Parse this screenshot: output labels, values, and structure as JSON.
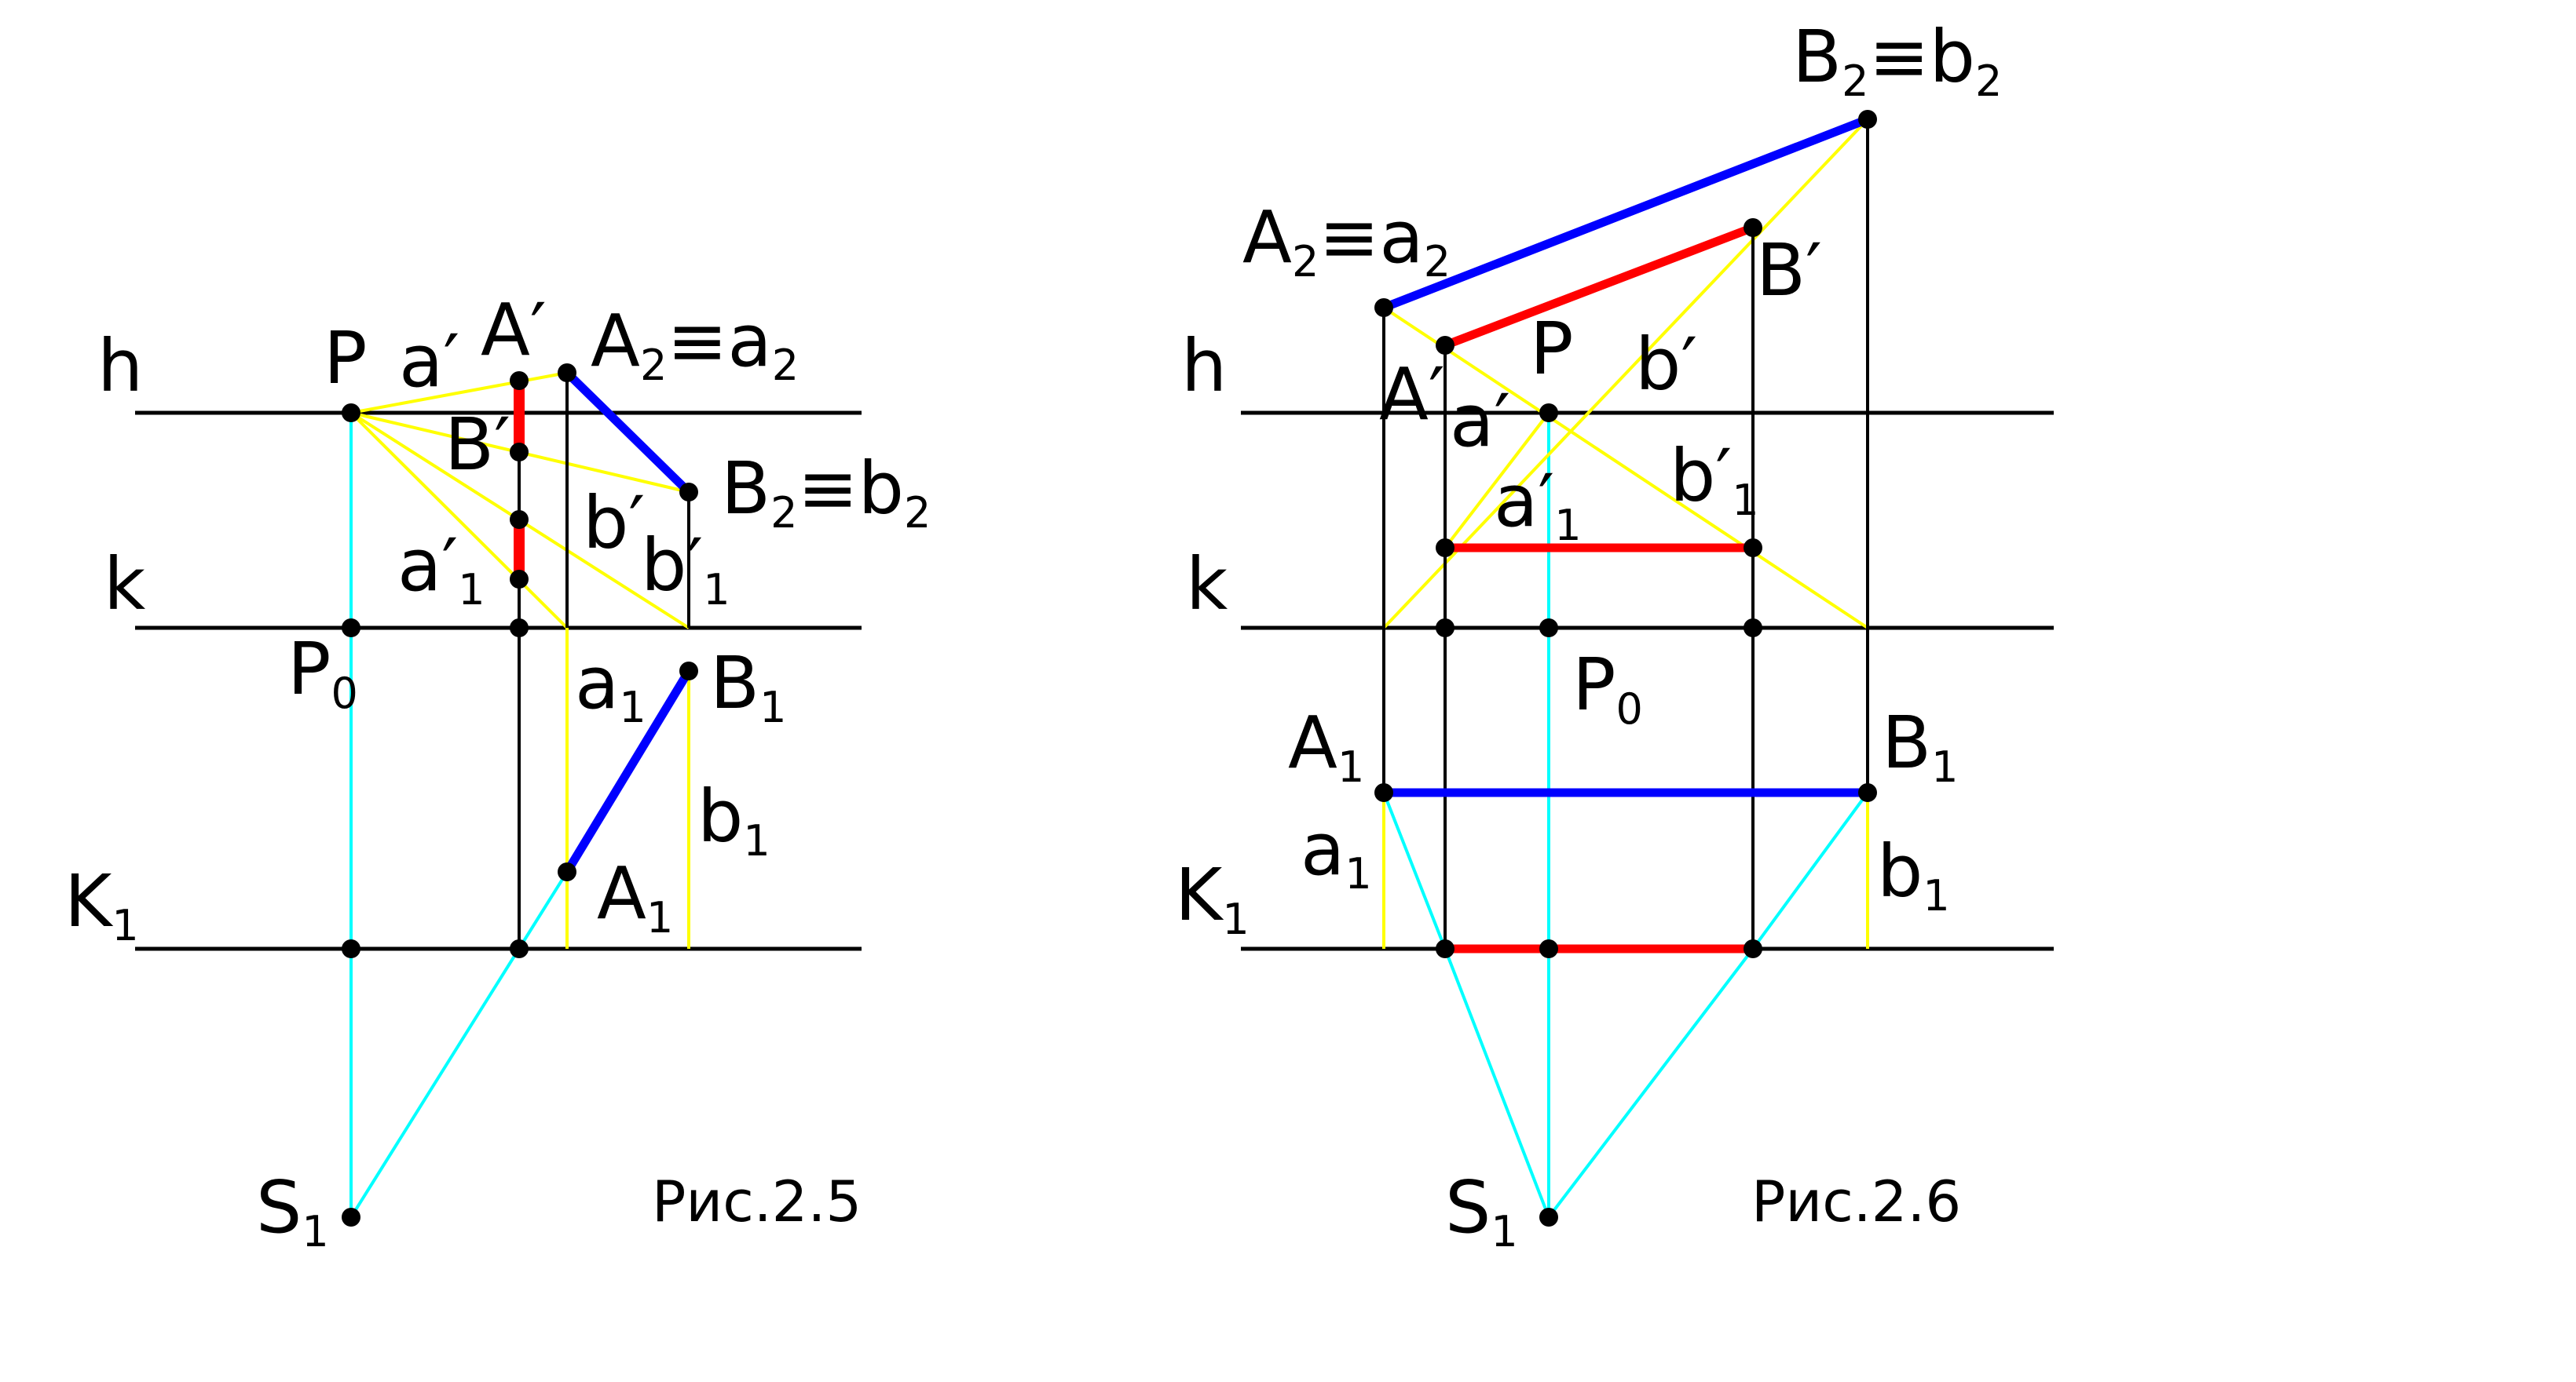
{
  "colors": {
    "line": "#000000",
    "yellow": "#ffff00",
    "cyan": "#00ffff",
    "blue": "#0000ff",
    "red": "#ff0000"
  },
  "fig1": {
    "caption": "Рис.2.5",
    "labels": {
      "h": "h",
      "k": "k",
      "K": "K",
      "K_sub": "1",
      "P": "P",
      "P0": "P",
      "P0_sub": "0",
      "S": "S",
      "S_sub": "1",
      "a_prime": "a′",
      "A_prime": "A′",
      "B_prime": "B′",
      "A2": "A",
      "A2_sub": "2",
      "eq": "≡",
      "a2": "a",
      "a2_sub": "2",
      "B2": "B",
      "B2_sub": "2",
      "b2": "b",
      "b2_sub": "2",
      "b_prime": "b′",
      "b1_prime": "b′",
      "b1_prime_sub": "1",
      "a1_prime": "a′",
      "a1_prime_sub": "1",
      "a1": "a",
      "a1_sub": "1",
      "B1": "B",
      "B1_sub": "1",
      "b1": "b",
      "b1_sub": "1",
      "A1": "A",
      "A1_sub": "1"
    }
  },
  "fig2": {
    "caption": "Рис.2.6",
    "labels": {
      "h": "h",
      "k": "k",
      "K": "K",
      "K_sub": "1",
      "P": "P",
      "P0": "P",
      "P0_sub": "0",
      "S": "S",
      "S_sub": "1",
      "A2": "A",
      "A2_sub": "2",
      "eq": "≡",
      "a2": "a",
      "a2_sub": "2",
      "B2": "B",
      "B2_sub": "2",
      "b2": "b",
      "b2_sub": "2",
      "B_prime": "B′",
      "A_prime": "A′",
      "a_prime": "a′",
      "b_prime": "b′",
      "b1_prime": "b′",
      "b1_prime_sub": "1",
      "a1_prime": "a′",
      "a1_prime_sub": "1",
      "A1": "A",
      "A1_sub": "1",
      "B1": "B",
      "B1_sub": "1",
      "a1": "a",
      "a1_sub": "1",
      "b1": "b",
      "b1_sub": "1"
    }
  }
}
